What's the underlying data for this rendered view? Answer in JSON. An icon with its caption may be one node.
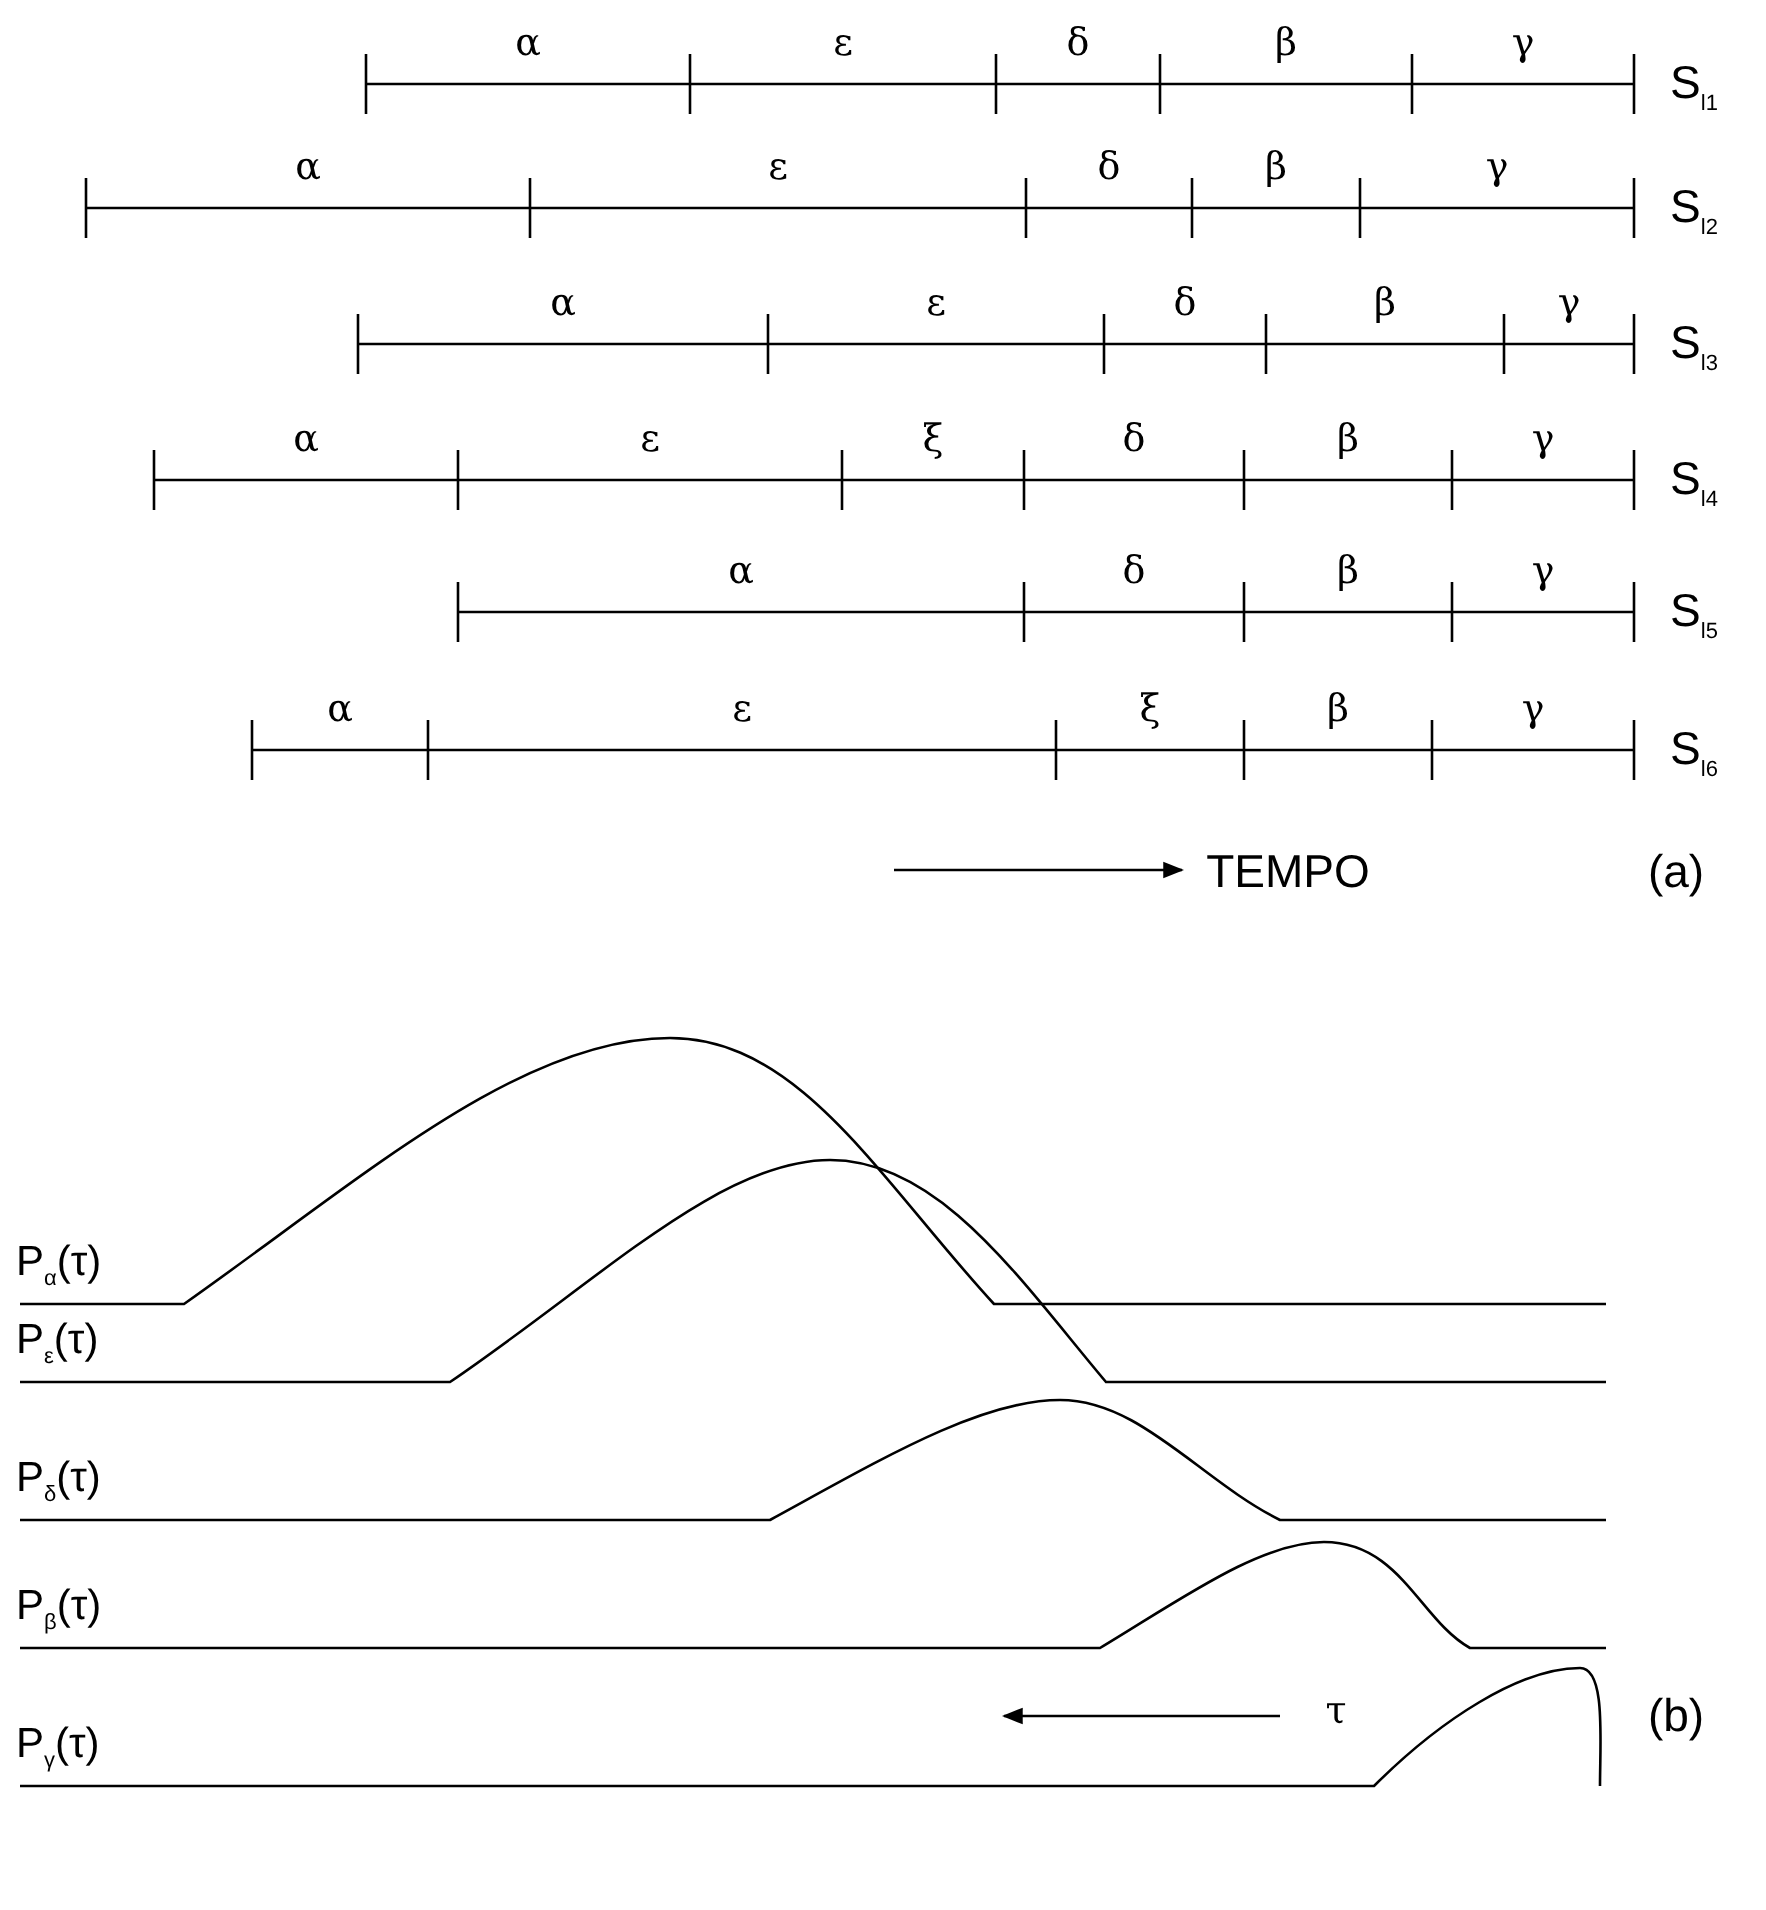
{
  "diagram": {
    "labels": [
      "α",
      "ε",
      "δ",
      "β",
      "γ",
      "S$_{l1}$",
      "α",
      "ε",
      "δ",
      "β",
      "γ",
      "S$_{l2}$",
      "α",
      "ε",
      "δ",
      "β",
      "γ",
      "S$_{l3}$",
      "α",
      "ε",
      "ξ",
      "δ",
      "β",
      "γ",
      "S$_{l4}$",
      "α",
      "δ",
      "β",
      "γ",
      "S$_{l5}$",
      "α",
      "ε",
      "ξ",
      "β",
      "γ",
      "S$_{l6}$",
      "TEMPO",
      "(a)",
      "P$_{α}$(τ)",
      "P$_{ε}$(τ)",
      "P$_{δ}$(τ)",
      "P$_{β}$(τ)",
      "P$_{γ}$(τ)",
      "τ",
      "(b)"
    ]
  }
}
